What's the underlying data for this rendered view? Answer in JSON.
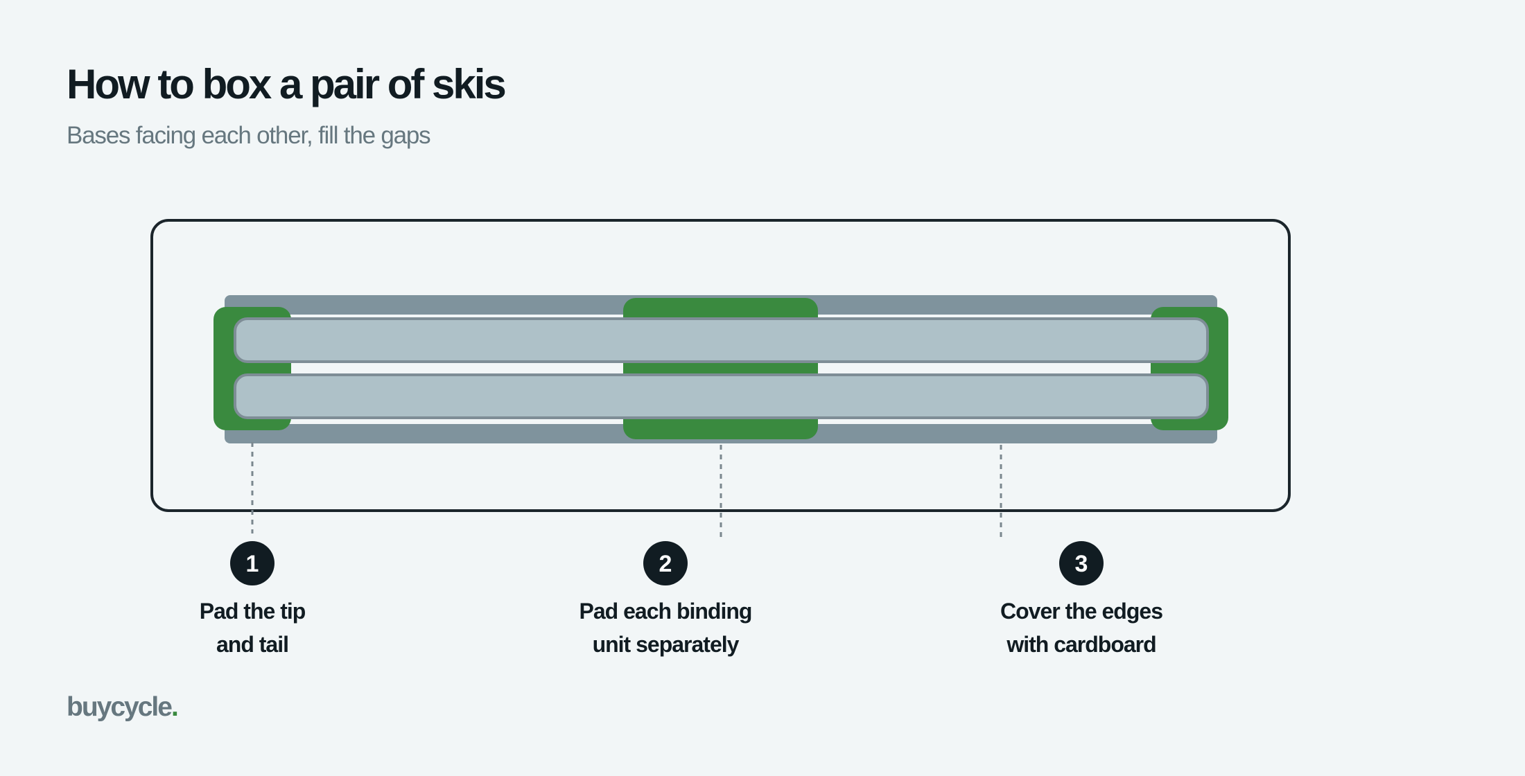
{
  "header": {
    "title": "How to box a pair of skis",
    "subtitle": "Bases facing each other, fill the gaps"
  },
  "steps": [
    {
      "number": "1",
      "line1": "Pad the tip",
      "line2": "and tail"
    },
    {
      "number": "2",
      "line1": "Pad each binding",
      "line2": "unit separately"
    },
    {
      "number": "3",
      "line1": "Cover the edges",
      "line2": "with cardboard"
    }
  ],
  "brand": {
    "name": "buycycle",
    "dot": "."
  },
  "colors": {
    "background": "#f2f6f7",
    "box_outline": "#1b252b",
    "cardboard": "#7f939d",
    "ski": "#aec1c8",
    "ski_outline": "#7e8d96",
    "padding_green": "#3a8a3f",
    "marker": "#111c22",
    "leader_line": "#7a878e",
    "muted_text": "#66777f"
  }
}
